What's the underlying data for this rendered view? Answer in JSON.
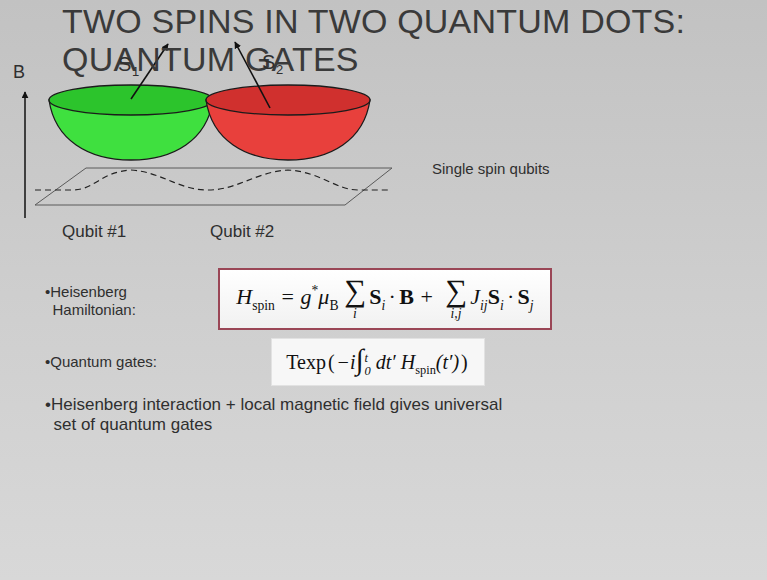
{
  "diagram": {
    "title": "TWO SPINS IN TWO QUANTUM DOTS: QUANTUM GATES",
    "nodes": [
      {
        "text": [
          "H",
          "spin",
          "=",
          "g",
          "*",
          "μ",
          "B",
          "∑",
          "i",
          "S",
          "i",
          "·",
          "B",
          "+",
          "∑",
          "i,j",
          "J",
          "ij",
          "S",
          "i",
          "·",
          "S",
          "j"
        ]
      },
      {
        "text": [
          "Texp",
          "(",
          "−i",
          "∫",
          "0",
          "t",
          "dt′",
          "H",
          "spin",
          "(t′)",
          ")"
        ]
      }
    ],
    "labels": [
      "B",
      "S",
      "1",
      "S",
      "2",
      "Single spin qubits",
      "Qubit #1",
      "Qubit #2",
      "•Heisenberg Hamiltonian:",
      "•Quantum gates:",
      "•Heisenberg interaction + local magnetic field gives universal set of quantum gates"
    ]
  }
}
